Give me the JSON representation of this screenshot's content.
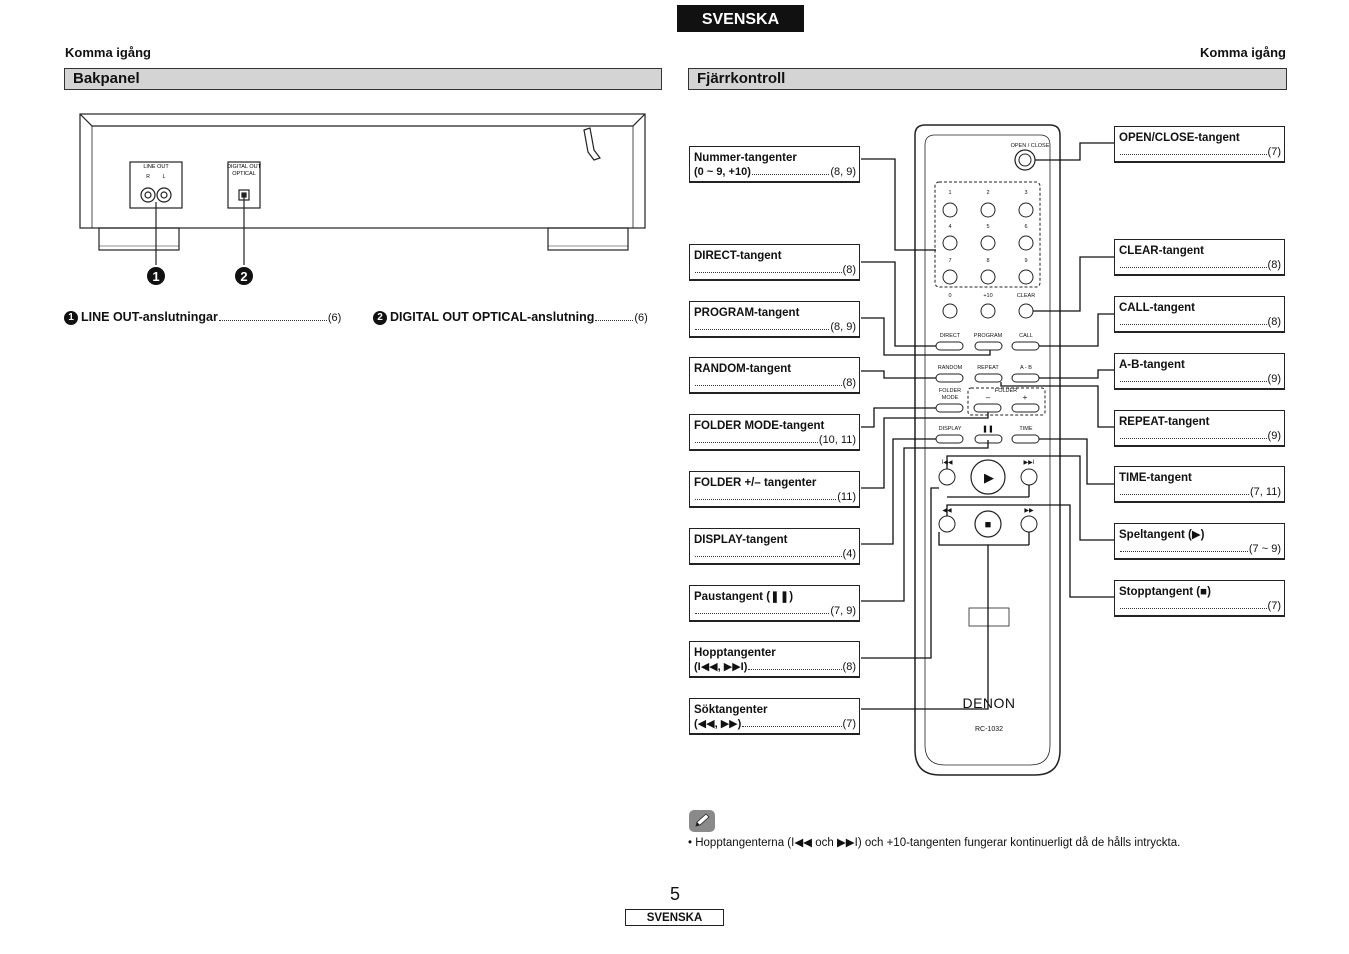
{
  "header": {
    "language_tab": "SVENSKA"
  },
  "left": {
    "section_label": "Komma igång",
    "title": "Bakpanel",
    "panel_labels": {
      "line_out": "LINE OUT",
      "line_out_r": "R",
      "line_out_l": "L",
      "digital_out": "DIGITAL OUT",
      "optical": "OPTICAL"
    },
    "callout_1": "1",
    "callout_2": "2",
    "items": [
      {
        "num": "1",
        "label": "LINE OUT-anslutningar",
        "ref": "(6)"
      },
      {
        "num": "2",
        "label": "DIGITAL OUT OPTICAL-anslutning",
        "ref": "(6)"
      }
    ]
  },
  "right": {
    "section_label": "Komma igång",
    "title": "Fjärrkontroll",
    "left_labels": [
      {
        "line1": "Nummer-tangenter",
        "line2_bold": "(0 ~ 9, +10)",
        "ref": "(8, 9)"
      },
      {
        "line1": "DIRECT-tangent",
        "line2_bold": "",
        "ref": "(8)"
      },
      {
        "line1": "PROGRAM-tangent",
        "line2_bold": "",
        "ref": "(8, 9)"
      },
      {
        "line1": "RANDOM-tangent",
        "line2_bold": "",
        "ref": "(8)"
      },
      {
        "line1": "FOLDER MODE-tangent",
        "line2_bold": "",
        "ref": "(10, 11)"
      },
      {
        "line1": "FOLDER +/– tangenter",
        "line2_bold": "",
        "ref": "(11)"
      },
      {
        "line1": "DISPLAY-tangent",
        "line2_bold": "",
        "ref": "(4)"
      },
      {
        "line1": "Paustangent (❚❚)",
        "line2_bold": "",
        "ref": "(7, 9)"
      },
      {
        "line1": "Hopptangenter",
        "line2_bold": "(I◀◀, ▶▶I)",
        "ref": "(8)"
      },
      {
        "line1": "Söktangenter",
        "line2_bold": "(◀◀, ▶▶)",
        "ref": "(7)"
      }
    ],
    "right_labels": [
      {
        "line1": "OPEN/CLOSE-tangent",
        "ref": "(7)"
      },
      {
        "line1": "CLEAR-tangent",
        "ref": "(8)"
      },
      {
        "line1": "CALL-tangent",
        "ref": "(8)"
      },
      {
        "line1": "A-B-tangent",
        "ref": "(9)"
      },
      {
        "line1": "REPEAT-tangent",
        "ref": "(9)"
      },
      {
        "line1": "TIME-tangent",
        "ref": "(7, 11)"
      },
      {
        "line1": "Speltangent (▶)",
        "ref": "(7 ~ 9)"
      },
      {
        "line1": "Stopptangent (■)",
        "ref": "(7)"
      }
    ],
    "remote": {
      "open_close": "OPEN / CLOSE",
      "digits": [
        "1",
        "2",
        "3",
        "4",
        "5",
        "6",
        "7",
        "8",
        "9",
        "0",
        "+10"
      ],
      "clear": "CLEAR",
      "direct": "DIRECT",
      "program": "PROGRAM",
      "call": "CALL",
      "random": "RANDOM",
      "repeat": "REPEAT",
      "ab": "A - B",
      "folder_mode_1": "FOLDER",
      "folder_mode_2": "MODE",
      "folder": "FOLDER",
      "minus": "–",
      "plus": "+",
      "display": "DISPLAY",
      "pause": "❚❚",
      "time": "TIME",
      "prev": "I◀◀",
      "next": "▶▶I",
      "rew": "◀◀",
      "ffw": "▶▶",
      "play": "▶",
      "stop": "■",
      "brand": "DENON",
      "model": "RC-1032"
    },
    "note_icon": "pencil-icon",
    "note": "• Hopptangenterna (I◀◀ och ▶▶I) och +10-tangenten fungerar kontinuerligt då de hålls intryckta."
  },
  "footer": {
    "page_number": "5",
    "language": "SVENSKA"
  }
}
